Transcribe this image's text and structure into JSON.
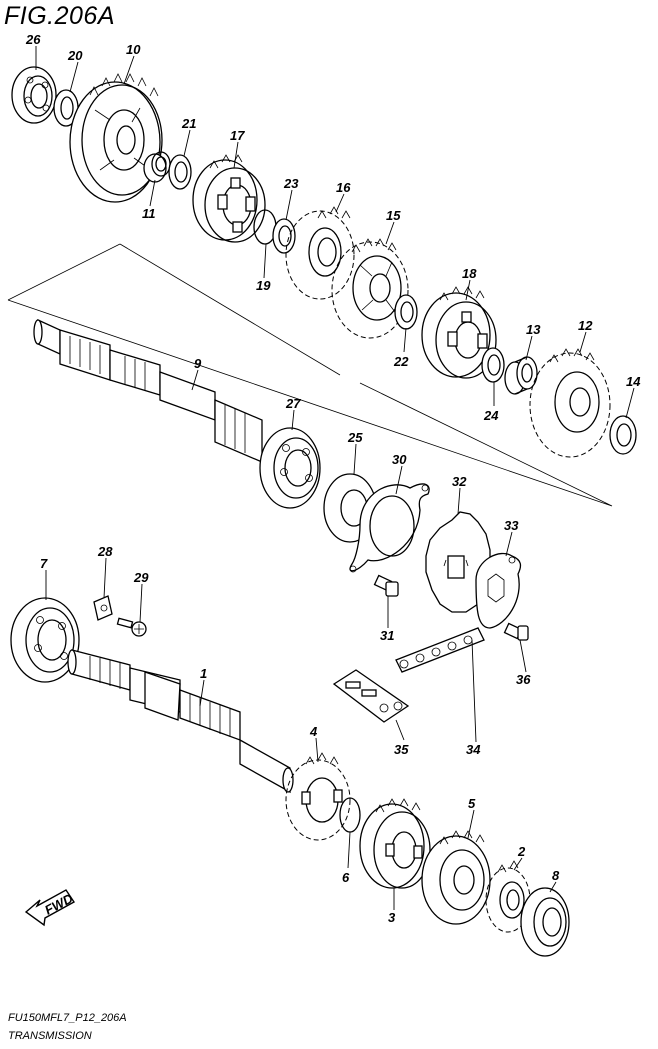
{
  "figure": {
    "title": "FIG.206A",
    "model_code": "FU150MFL7_P12_206A",
    "section_name": "TRANSMISSION"
  },
  "direction_marker": {
    "label": "FWD",
    "icon": "fwd-arrow-icon"
  },
  "part_callouts": [
    {
      "no": "26"
    },
    {
      "no": "20"
    },
    {
      "no": "10"
    },
    {
      "no": "21"
    },
    {
      "no": "17"
    },
    {
      "no": "11"
    },
    {
      "no": "23"
    },
    {
      "no": "16"
    },
    {
      "no": "19"
    },
    {
      "no": "15"
    },
    {
      "no": "18"
    },
    {
      "no": "22"
    },
    {
      "no": "13"
    },
    {
      "no": "12"
    },
    {
      "no": "24"
    },
    {
      "no": "14"
    },
    {
      "no": "9"
    },
    {
      "no": "27"
    },
    {
      "no": "25"
    },
    {
      "no": "30"
    },
    {
      "no": "32"
    },
    {
      "no": "33"
    },
    {
      "no": "7"
    },
    {
      "no": "28"
    },
    {
      "no": "29"
    },
    {
      "no": "31"
    },
    {
      "no": "36"
    },
    {
      "no": "1"
    },
    {
      "no": "35"
    },
    {
      "no": "34"
    },
    {
      "no": "4"
    },
    {
      "no": "6"
    },
    {
      "no": "5"
    },
    {
      "no": "2"
    },
    {
      "no": "8"
    },
    {
      "no": "3"
    }
  ]
}
